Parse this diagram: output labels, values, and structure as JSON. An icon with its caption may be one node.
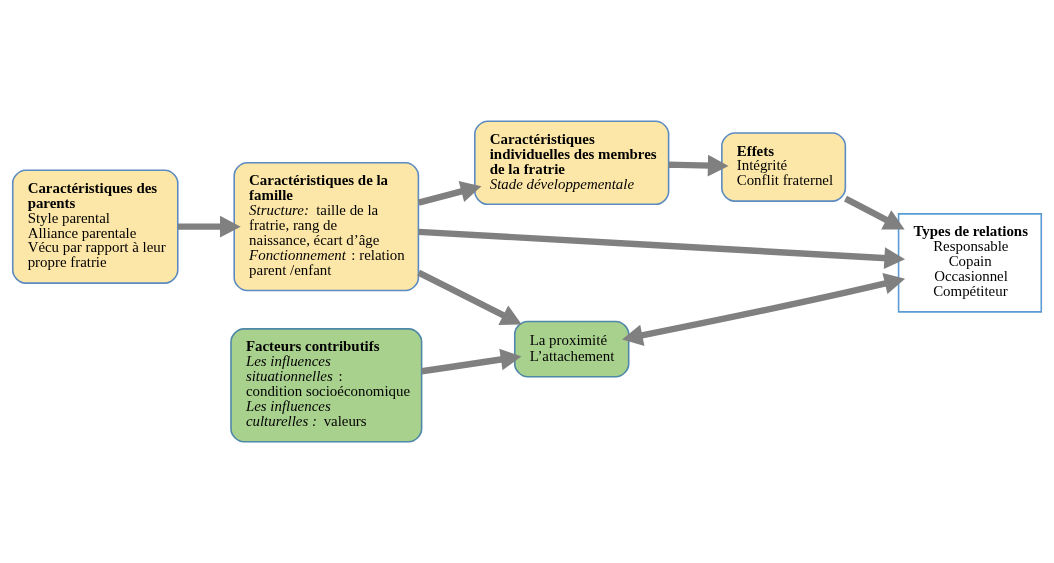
{
  "diagram": {
    "nodes": [
      {
        "text": [
          "Caractéristiques des parents",
          "Style parental",
          "Alliance parentale",
          "Vécu par rapport à leur propre fratrie"
        ]
      },
      {
        "text": [
          "Caractéristiques de la famille",
          "*Structure:* taille de la fratrie, rang de naissance, écart d’âge",
          "*Fonctionnement* : relation parent /enfant"
        ]
      },
      {
        "text": [
          "Caractéristiques individuelles des membres de la fratrie",
          "Stade développementale"
        ]
      },
      {
        "text": [
          "Effets",
          "Intégrité",
          "Conflit fraternel"
        ]
      },
      {
        "text": [
          "Types de relations",
          "Responsable",
          "Copain",
          "Occasionnel",
          "Compétiteur"
        ]
      },
      {
        "text": [
          "Facteurs contributifs",
          "*Les influences situationnelles* : condition socioéconomique",
          "*Les influences culturelles :* valeurs"
        ]
      },
      {
        "text": [
          "La proximité",
          "L’attachement"
        ]
      }
    ],
    "edges": [
      {
        "from": 0,
        "to": 1,
        "arrow": "to"
      },
      {
        "from": 1,
        "to": 2,
        "arrow": "to"
      },
      {
        "from": 2,
        "to": 3,
        "arrow": "to"
      },
      {
        "from": 3,
        "to": 4,
        "arrow": "to"
      },
      {
        "from": 1,
        "to": 4,
        "arrow": "to"
      },
      {
        "from": 1,
        "to": 6,
        "arrow": "to"
      },
      {
        "from": 5,
        "to": 6,
        "arrow": "to"
      },
      {
        "from": 6,
        "to": 4,
        "arrow": "both"
      }
    ]
  }
}
